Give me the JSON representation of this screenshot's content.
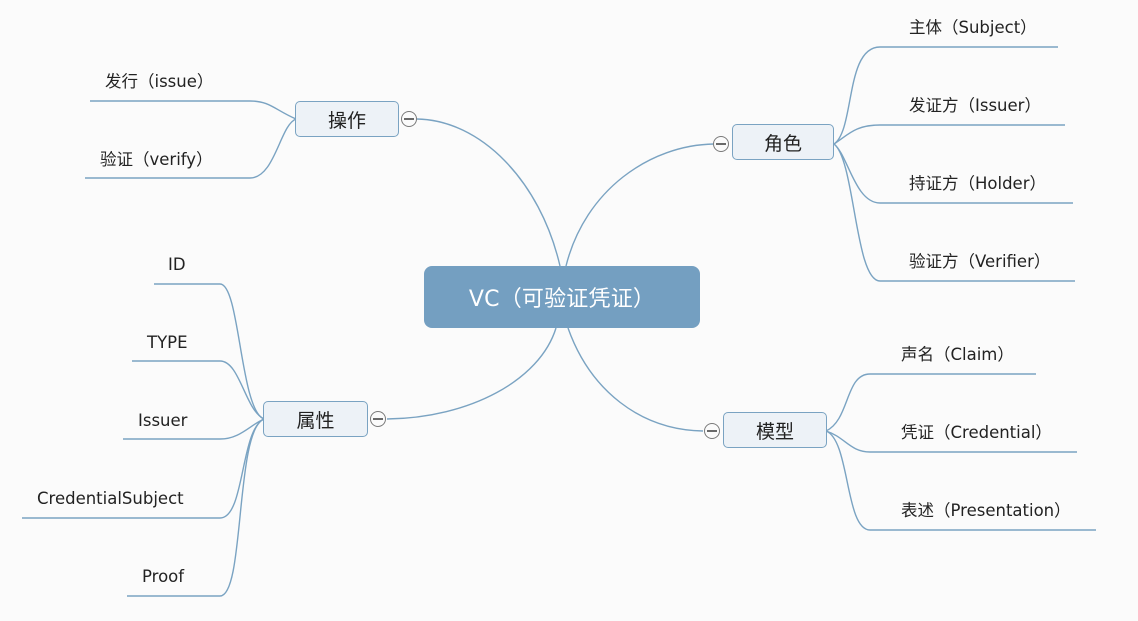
{
  "mindmap": {
    "root": {
      "label": "VC（可验证凭证）"
    },
    "topics": {
      "operations": {
        "label": "操作",
        "children": [
          "发行（issue）",
          "验证（verify）"
        ]
      },
      "roles": {
        "label": "角色",
        "children": [
          "主体（Subject）",
          "发证方（Issuer）",
          "持证方（Holder）",
          "验证方（Verifier）"
        ]
      },
      "attributes": {
        "label": "属性",
        "children": [
          "ID",
          "TYPE",
          "Issuer",
          "CredentialSubject",
          "Proof"
        ]
      },
      "model": {
        "label": "模型",
        "children": [
          "声名（Claim）",
          "凭证（Credential）",
          "表述（Presentation）"
        ]
      }
    },
    "colors": {
      "root_fill": "#749fc1",
      "topic_fill": "#edf2f7",
      "line": "#7aa3c2",
      "background": "#fbfbfb"
    }
  }
}
